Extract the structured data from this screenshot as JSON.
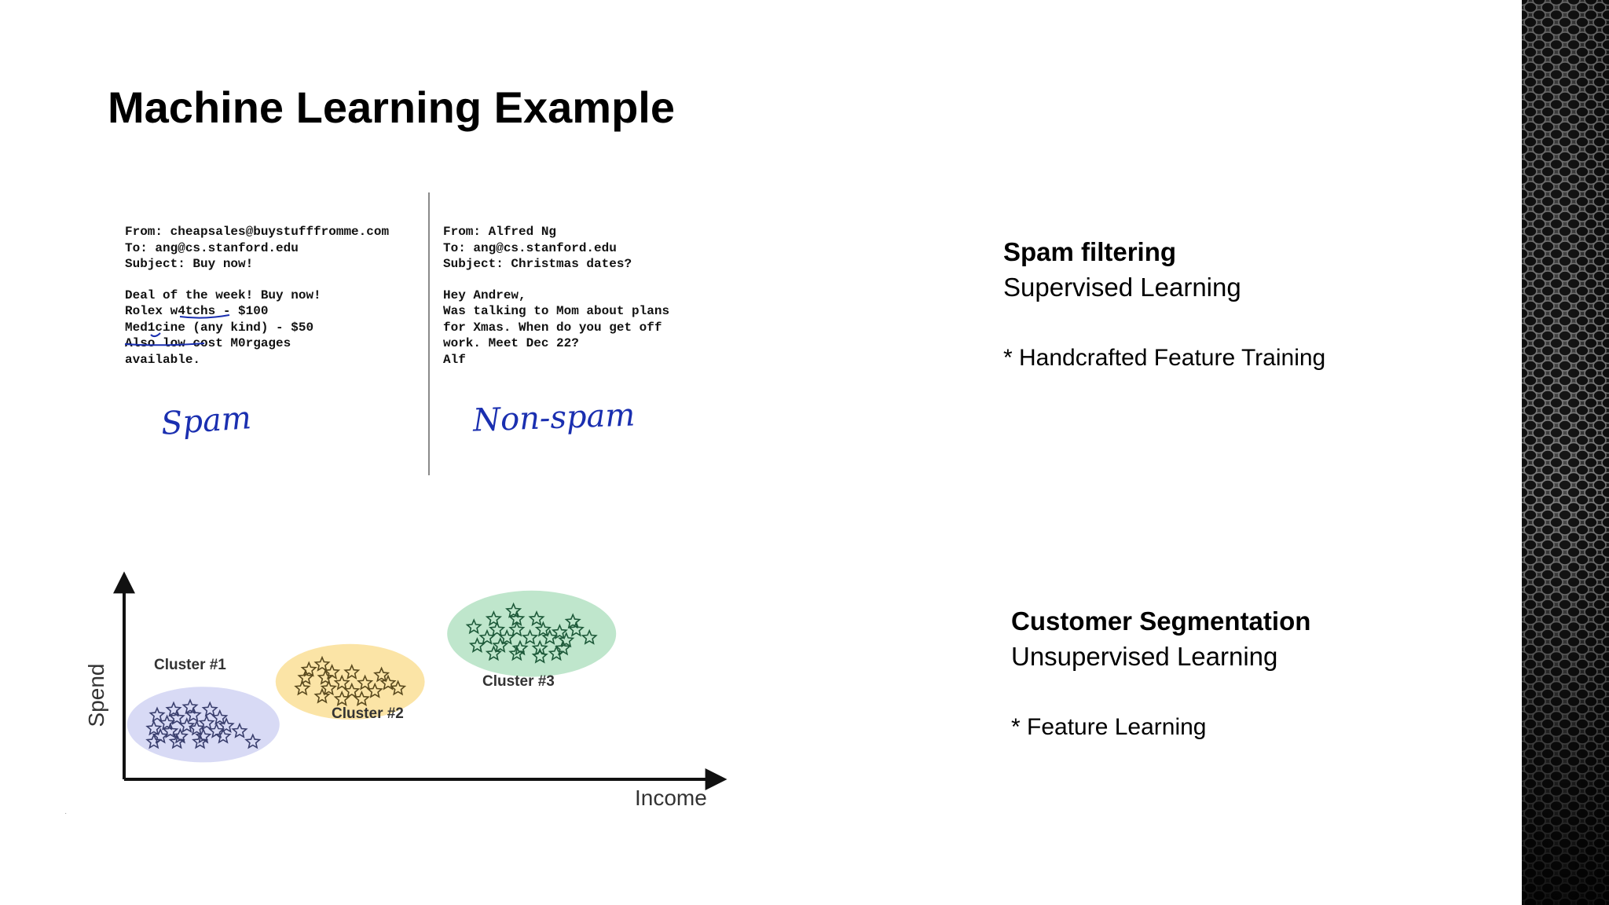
{
  "slide": {
    "title": "Machine Learning Example"
  },
  "email_example": {
    "spam_email": {
      "lines": [
        "From: cheapsales@buystufffromme.com",
        "To: ang@cs.stanford.edu",
        "Subject: Buy now!",
        "",
        "Deal of the week! Buy now!",
        "Rolex w4tchs - $100",
        "Med1cine (any kind) - $50",
        "Also low cost M0rgages",
        "available."
      ],
      "label": "Spam"
    },
    "ham_email": {
      "lines": [
        "From: Alfred Ng",
        "To: ang@cs.stanford.edu",
        "Subject: Christmas dates?",
        "",
        "Hey Andrew,",
        "Was talking to Mom about plans",
        "for Xmas. When do you get off",
        "work. Meet Dec 22?",
        "Alf"
      ],
      "label": "Non-spam"
    }
  },
  "spam_block": {
    "heading": "Spam filtering",
    "subheading": "Supervised Learning",
    "note": "* Handcrafted Feature Training"
  },
  "customer_block": {
    "heading": "Customer Segmentation",
    "subheading": "Unsupervised Learning",
    "note": "* Feature Learning"
  },
  "chart_data": {
    "type": "scatter",
    "xlabel": "Income",
    "ylabel": "Spend",
    "grid": false,
    "marker": "star",
    "series": [
      {
        "name": "Cluster #1",
        "color": "#d8daf5",
        "marker_color": "#3a3f6e",
        "points": [
          [
            1.5,
            2.6
          ],
          [
            2.0,
            2.7
          ],
          [
            2.6,
            2.6
          ],
          [
            1.0,
            2.4
          ],
          [
            1.6,
            2.3
          ],
          [
            2.1,
            2.4
          ],
          [
            2.9,
            2.3
          ],
          [
            1.3,
            2.1
          ],
          [
            1.9,
            2.0
          ],
          [
            2.5,
            2.1
          ],
          [
            3.1,
            2.0
          ],
          [
            0.9,
            1.9
          ],
          [
            1.4,
            1.8
          ],
          [
            2.2,
            1.9
          ],
          [
            2.8,
            1.8
          ],
          [
            3.5,
            1.8
          ],
          [
            1.1,
            1.6
          ],
          [
            1.7,
            1.6
          ],
          [
            2.4,
            1.6
          ],
          [
            3.0,
            1.6
          ],
          [
            0.9,
            1.4
          ],
          [
            1.6,
            1.4
          ],
          [
            2.3,
            1.4
          ],
          [
            3.9,
            1.4
          ]
        ]
      },
      {
        "name": "Cluster #2",
        "color": "#fbe4a6",
        "marker_color": "#5a4a1e",
        "points": [
          [
            6.0,
            4.3
          ],
          [
            5.6,
            4.1
          ],
          [
            6.3,
            4.0
          ],
          [
            6.9,
            4.0
          ],
          [
            5.5,
            3.8
          ],
          [
            6.1,
            3.8
          ],
          [
            7.8,
            3.9
          ],
          [
            6.6,
            3.6
          ],
          [
            7.3,
            3.6
          ],
          [
            8.0,
            3.6
          ],
          [
            5.4,
            3.4
          ],
          [
            6.2,
            3.4
          ],
          [
            6.9,
            3.3
          ],
          [
            7.6,
            3.3
          ],
          [
            8.3,
            3.4
          ],
          [
            6.0,
            3.1
          ],
          [
            6.6,
            3.0
          ],
          [
            7.2,
            3.0
          ]
        ]
      },
      {
        "name": "Cluster #3",
        "color": "#bfe6cc",
        "marker_color": "#1e5a3a",
        "points": [
          [
            11.8,
            6.3
          ],
          [
            11.2,
            6.0
          ],
          [
            11.9,
            6.0
          ],
          [
            12.5,
            6.0
          ],
          [
            13.6,
            5.9
          ],
          [
            10.6,
            5.7
          ],
          [
            11.3,
            5.6
          ],
          [
            11.9,
            5.6
          ],
          [
            12.7,
            5.6
          ],
          [
            13.2,
            5.5
          ],
          [
            13.7,
            5.6
          ],
          [
            11.0,
            5.3
          ],
          [
            11.6,
            5.3
          ],
          [
            12.3,
            5.3
          ],
          [
            12.9,
            5.3
          ],
          [
            13.4,
            5.2
          ],
          [
            14.1,
            5.3
          ],
          [
            10.7,
            5.0
          ],
          [
            11.4,
            5.0
          ],
          [
            12.0,
            4.9
          ],
          [
            12.6,
            4.9
          ],
          [
            13.3,
            4.9
          ],
          [
            11.2,
            4.7
          ],
          [
            11.9,
            4.7
          ],
          [
            12.6,
            4.6
          ],
          [
            13.1,
            4.7
          ]
        ]
      }
    ]
  }
}
